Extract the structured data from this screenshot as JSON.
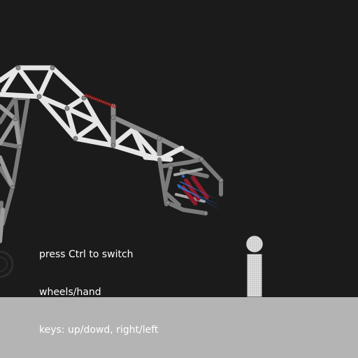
{
  "hud": {
    "line1": "press Ctrl to switch",
    "line2": "wheels/hand",
    "line3": "keys: up/dowd, right/left"
  },
  "colors": {
    "background": "#1b1b1b",
    "ground": "#b4b4b4",
    "crane_light": "#e6e6e6",
    "crane_mid": "#9a9a9a",
    "crane_dark": "#6e6e6e",
    "joint": "#8a8a8a",
    "spring": "#b01818",
    "claw_spring": "#8b1a2a",
    "thruster": "#2a6fd0",
    "target_figure": "#d8d8d8"
  }
}
